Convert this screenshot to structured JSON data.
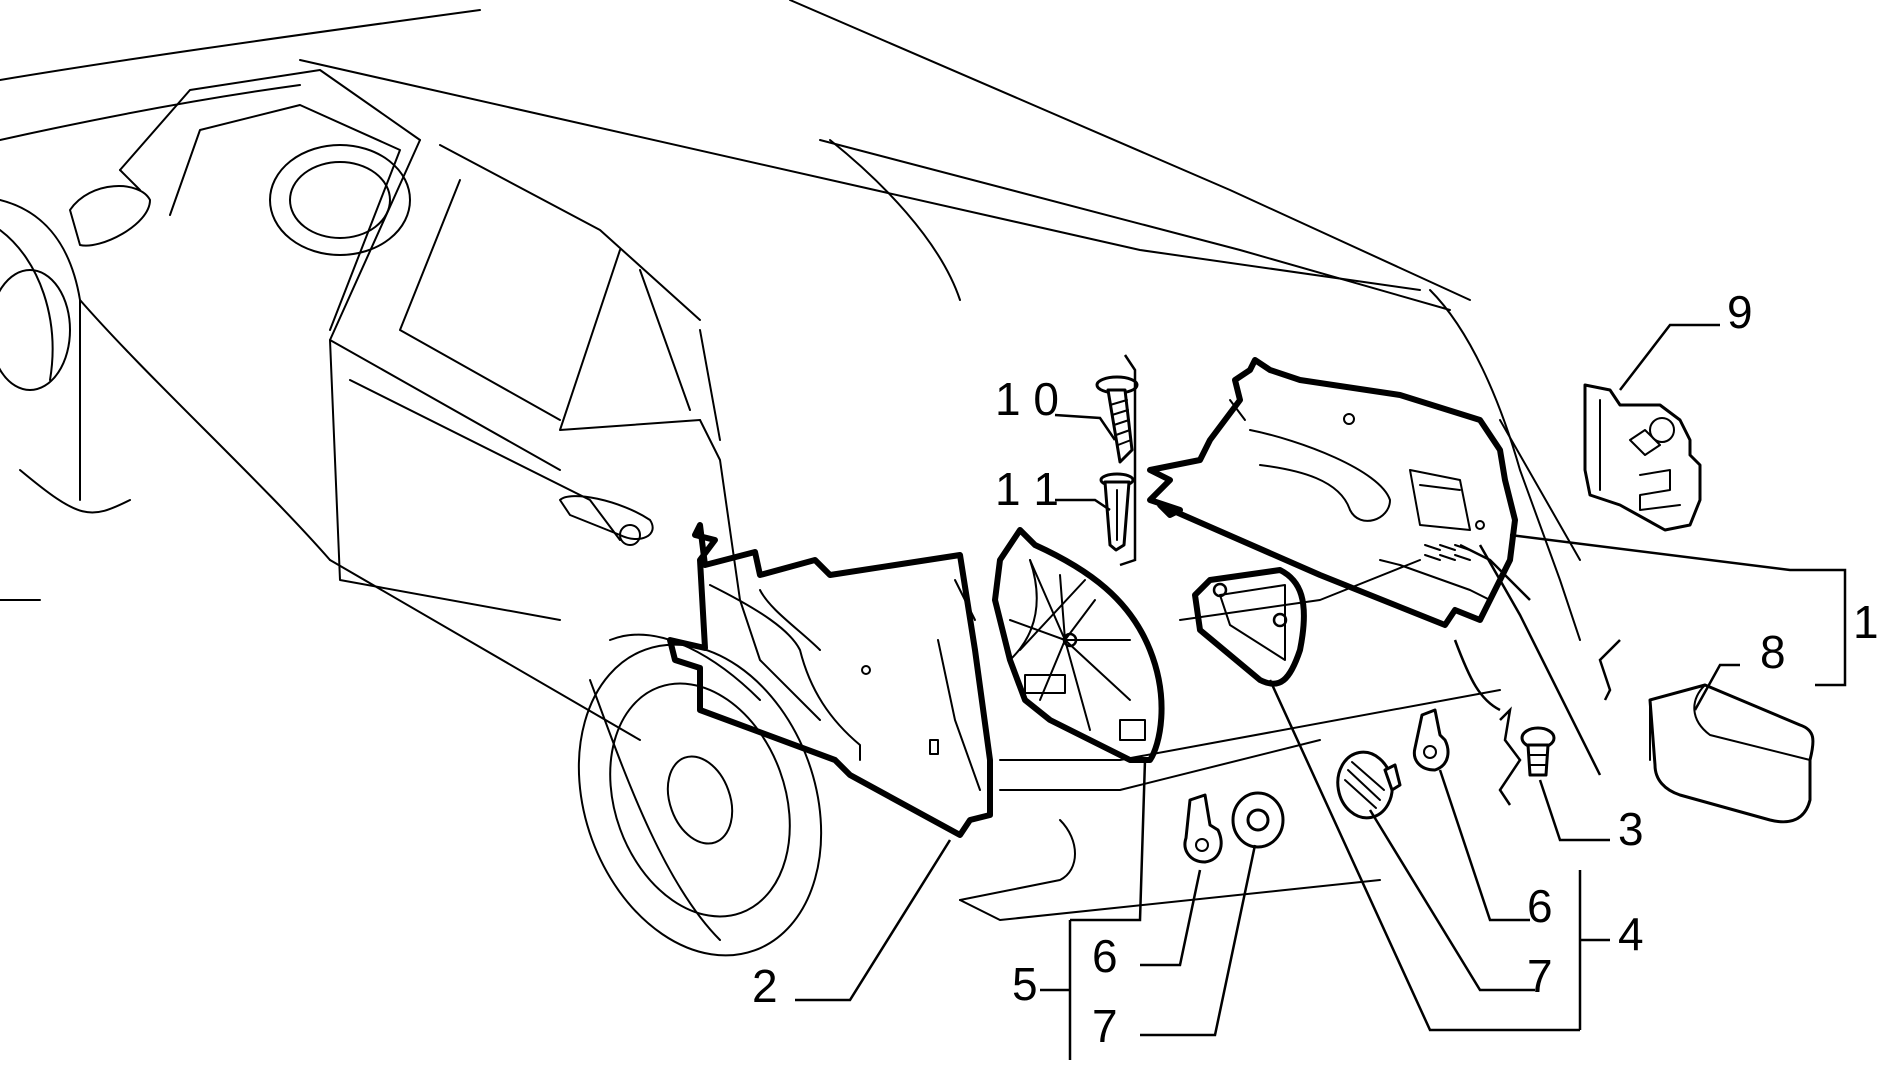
{
  "labels": {
    "l1": "1",
    "l2": "2",
    "l3": "3",
    "l4": "4",
    "l5": "5",
    "l6a": "6",
    "l6b": "6",
    "l7a": "7",
    "l7b": "7",
    "l8": "8",
    "l9": "9",
    "l10": "1 0",
    "l11": "1 1"
  }
}
